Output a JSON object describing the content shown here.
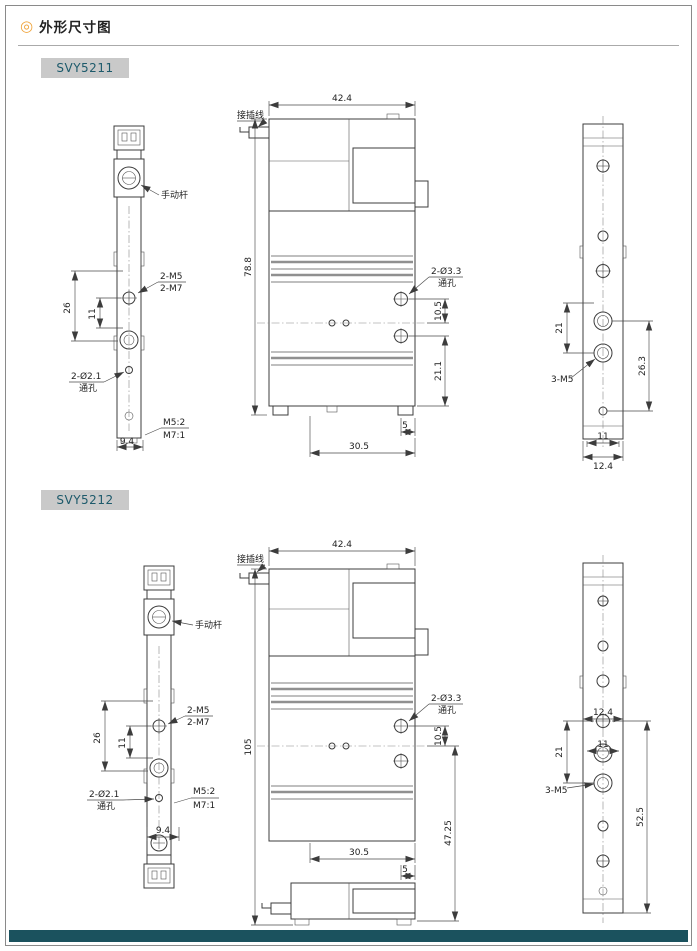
{
  "header": {
    "icon": "◎",
    "title": "外形尺寸图"
  },
  "sections": [
    {
      "model": "SVY5211",
      "front": {
        "width": "42.4",
        "height": "78.8",
        "connector_label": "接插线",
        "hole_label": "2-Ø3.3",
        "hole_sub": "通孔",
        "dim_10_5": "10.5",
        "dim_21_1": "21.1",
        "dim_5": "5",
        "dim_30_5": "30.5"
      },
      "side_left": {
        "lever_label": "手动杆",
        "thread1": "2-M5",
        "thread2": "2-M7",
        "dim_26": "26",
        "dim_11": "11",
        "hole_label": "2-Ø2.1",
        "hole_sub": "通孔",
        "note_top": "M5:2",
        "note_bottom": "M7:1",
        "dim_9_4": "9.4"
      },
      "side_right": {
        "dim_21": "21",
        "dim_26_3": "26.3",
        "ports_label": "3-M5",
        "dim_11": "11",
        "dim_12_4": "12.4"
      }
    },
    {
      "model": "SVY5212",
      "front": {
        "width": "42.4",
        "height": "105",
        "connector_label": "接插线",
        "hole_label": "2-Ø3.3",
        "hole_sub": "通孔",
        "dim_10_5": "10.5",
        "dim_47_25": "47.25",
        "dim_5": "5",
        "dim_30_5": "30.5"
      },
      "side_left": {
        "lever_label": "手动杆",
        "thread1": "2-M5",
        "thread2": "2-M7",
        "dim_26": "26",
        "dim_11": "11",
        "hole_label": "2-Ø2.1",
        "hole_sub": "通孔",
        "note_top": "M5:2",
        "note_bottom": "M7:1",
        "dim_9_4": "9.4"
      },
      "side_right": {
        "dim_12_4": "12.4",
        "dim_21": "21",
        "dim_11": "11",
        "ports_label": "3-M5",
        "dim_52_5": "52.5"
      }
    }
  ]
}
